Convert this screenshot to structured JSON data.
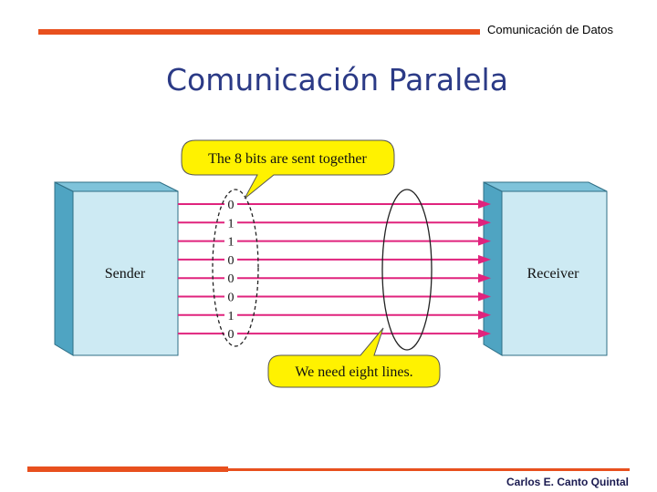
{
  "header": {
    "course_title": "Comunicación de Datos"
  },
  "slide": {
    "title": "Comunicación Paralela"
  },
  "diagram": {
    "sender_label": "Sender",
    "receiver_label": "Receiver",
    "callout_top": "The 8 bits are sent together",
    "callout_bottom": "We need eight lines.",
    "bits": [
      "0",
      "1",
      "1",
      "0",
      "0",
      "0",
      "1",
      "0"
    ],
    "colors": {
      "box_face": "#cdeaf3",
      "box_side": "#4fa4c2",
      "line": "#e0237d",
      "callout": "#fff200"
    }
  },
  "footer": {
    "author": "Carlos E. Canto Quintal"
  }
}
